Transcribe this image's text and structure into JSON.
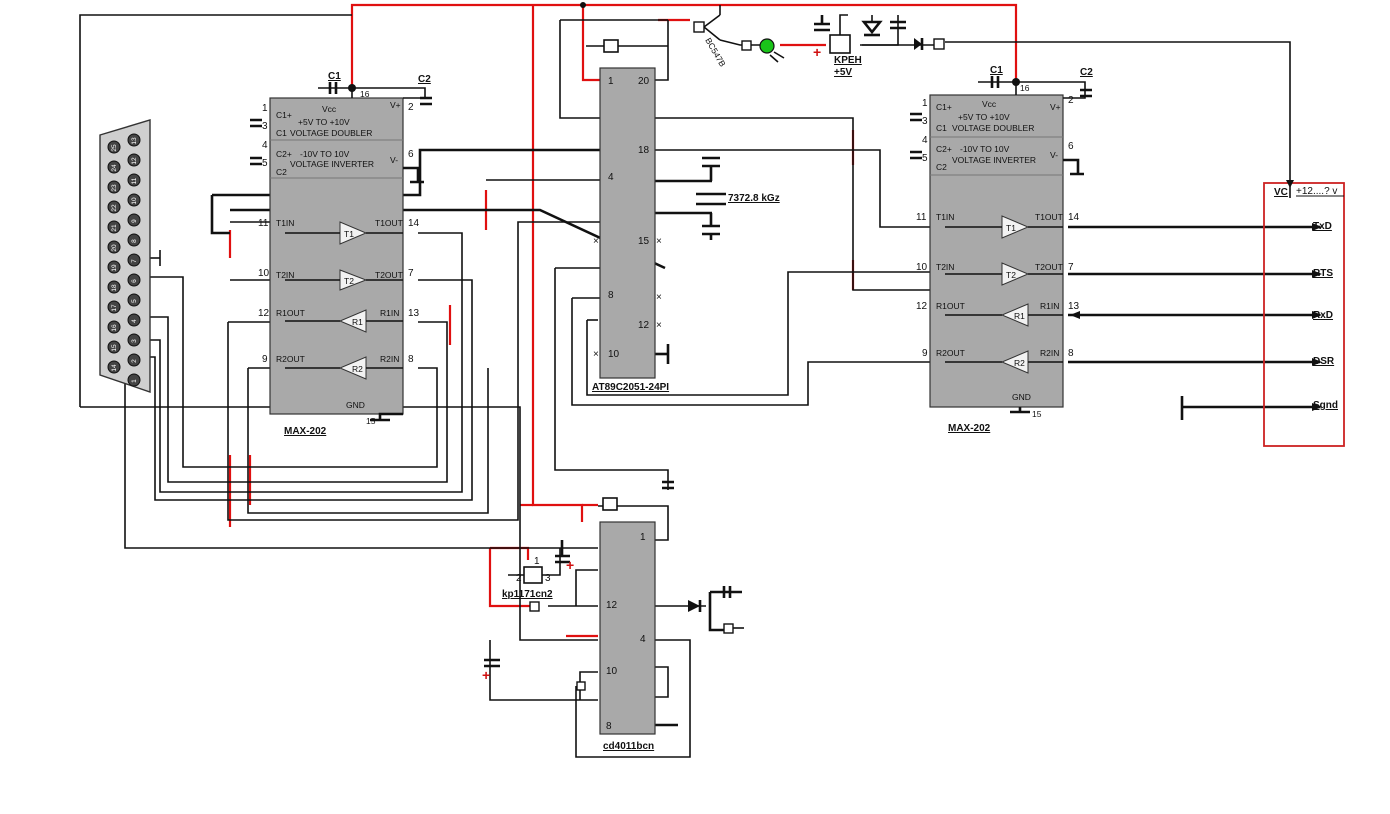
{
  "db25": {
    "pins": [
      "13",
      "12",
      "11",
      "10",
      "9",
      "8",
      "7",
      "6",
      "5",
      "4",
      "3",
      "2",
      "1",
      "25",
      "24",
      "23",
      "22",
      "21",
      "20",
      "19",
      "18",
      "17",
      "16",
      "15",
      "14"
    ]
  },
  "max202_left": {
    "name": "MAX-202",
    "vcc": "Vcc",
    "doubler_a": "+5V TO +10V",
    "doubler_b": "VOLTAGE DOUBLER",
    "inverter_a": "-10V TO 10V",
    "inverter_b": "VOLTAGE INVERTER",
    "c1p": "C1+",
    "c1m": "C1",
    "c2p": "C2+",
    "c2m": "C2",
    "vplus": "V+",
    "vminus": "V-",
    "gnd": "GND",
    "t1in": "T1IN",
    "t2in": "T2IN",
    "r1out": "R1OUT",
    "r2out": "R2OUT",
    "t1out": "T1OUT",
    "t2out": "T2OUT",
    "r1in": "R1IN",
    "r2in": "R2IN",
    "T1": "T1",
    "T2": "T2",
    "R1": "R1",
    "R2": "R2",
    "p1": "1",
    "p2": "2",
    "p3": "3",
    "p4": "4",
    "p5": "5",
    "p6": "6",
    "p7": "7",
    "p8": "8",
    "p9": "9",
    "p10": "10",
    "p11": "11",
    "p12": "12",
    "p13": "13",
    "p14": "14",
    "p15": "15",
    "p16": "16",
    "cap1": "C1",
    "cap2": "C2"
  },
  "max202_right": {
    "name": "MAX-202",
    "vcc": "Vcc",
    "doubler_a": "+5V TO +10V",
    "doubler_b": "VOLTAGE DOUBLER",
    "inverter_a": "-10V TO 10V",
    "inverter_b": "VOLTAGE INVERTER",
    "c1p": "C1+",
    "c1m": "C1",
    "c2p": "C2+",
    "c2m": "C2",
    "vplus": "V+",
    "vminus": "V-",
    "gnd": "GND",
    "t1in": "T1IN",
    "t2in": "T2IN",
    "r1out": "R1OUT",
    "r2out": "R2OUT",
    "t1out": "T1OUT",
    "t2out": "T2OUT",
    "r1in": "R1IN",
    "r2in": "R2IN",
    "T1": "T1",
    "T2": "T2",
    "R1": "R1",
    "R2": "R2",
    "p1": "1",
    "p2": "2",
    "p3": "3",
    "p4": "4",
    "p5": "5",
    "p6": "6",
    "p7": "7",
    "p8": "8",
    "p9": "9",
    "p10": "10",
    "p11": "11",
    "p12": "12",
    "p13": "13",
    "p14": "14",
    "p15": "15",
    "p16": "16",
    "cap1": "C1",
    "cap2": "C2"
  },
  "mcu": {
    "name": "AT89C2051-24PI",
    "p1": "1",
    "p20": "20",
    "p18": "18",
    "p4": "4",
    "p15": "15",
    "p8": "8",
    "p12": "12",
    "p10": "10",
    "crystal": "7372.8 kGz"
  },
  "power": {
    "transistor": "BC547B",
    "regulator": "KPEH",
    "regulator_v": "+5V"
  },
  "timer": {
    "name": "kp1171cn2",
    "p1": "1",
    "p2": "2",
    "p3": "3"
  },
  "logic": {
    "name": "cd4011bcn",
    "p1": "1",
    "p12": "12",
    "p4": "4",
    "p10": "10",
    "p8": "8"
  },
  "connector": {
    "vc": "VC",
    "voltage": "+12....? v",
    "txd": "TxD",
    "rts": "RTS",
    "rxd": "RxD",
    "dsr": "DSR",
    "sgnd": "Sgnd"
  },
  "colors": {
    "wire": "#111111",
    "power_wire": "#e01010",
    "chip": "#a9a9a9",
    "led": "#19c419",
    "connector_box": "#cc2222"
  }
}
